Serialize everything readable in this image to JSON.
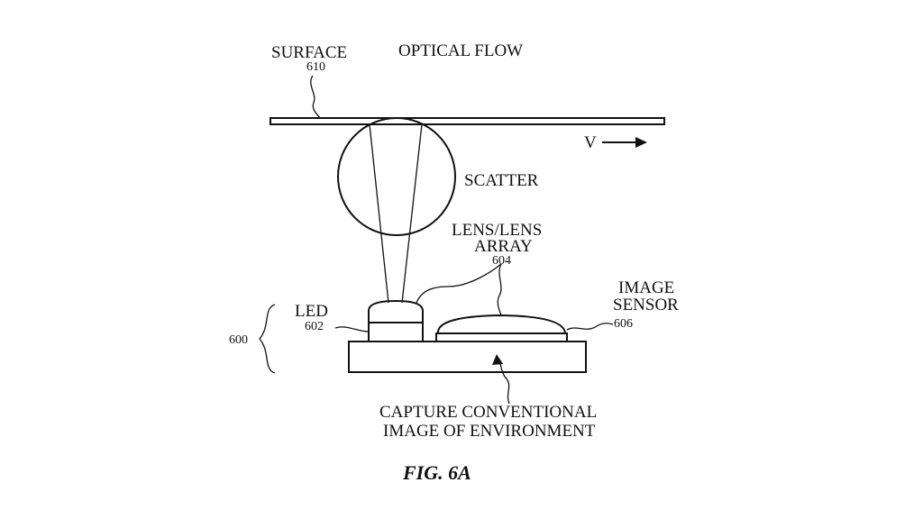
{
  "labels": {
    "surface": "SURFACE",
    "surface_ref": "610",
    "optical_flow": "OPTICAL FLOW",
    "velocity": "V",
    "scatter": "SCATTER",
    "lens_line1": "LENS/LENS",
    "lens_line2": "ARRAY",
    "lens_ref": "604",
    "led": "LED",
    "led_ref": "602",
    "sensor_line1": "IMAGE",
    "sensor_line2": "SENSOR",
    "sensor_ref": "606",
    "device_ref": "600",
    "capture_line1": "CAPTURE CONVENTIONAL",
    "capture_line2": "IMAGE OF ENVIRONMENT"
  },
  "caption": "FIG. 6A",
  "colors": {
    "ink": "#111111",
    "background": "#ffffff"
  }
}
